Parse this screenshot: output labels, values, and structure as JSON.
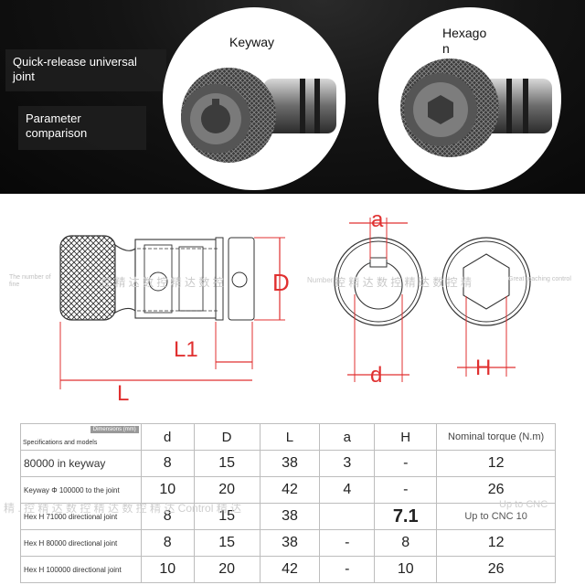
{
  "header": {
    "title_box": "Quick-release universal joint",
    "subtitle_box": "Parameter comparison",
    "lens_left_label": "Keyway",
    "lens_right_label": "Hexago\nn"
  },
  "drawing": {
    "labels": {
      "D": "D",
      "L1": "L1",
      "L": "L",
      "a": "a",
      "d": "d",
      "H": "H"
    },
    "watermarks": {
      "left_small": "The number of fine",
      "center": "控 精 达 数 控 精 达 数 控",
      "number": "Number",
      "right": "控 精 达 数 控 精 达 数 控 精",
      "right_small": "Great teaching control"
    }
  },
  "table": {
    "corner_dimensions": "Dimensions (mm)",
    "corner_spec": "Specifications and models",
    "headers": [
      "d",
      "D",
      "L",
      "a",
      "H"
    ],
    "torque_header": "Nominal torque (N.m)",
    "rows": [
      {
        "label": "80000 in keyway",
        "big": true,
        "values": [
          "8",
          "15",
          "38",
          "3",
          "-",
          "12"
        ]
      },
      {
        "label": "Keyway Φ 100000 to the joint",
        "big": false,
        "values": [
          "10",
          "20",
          "42",
          "4",
          "-",
          "26"
        ]
      },
      {
        "label": "Hex H 71000 directional joint",
        "big": false,
        "values": [
          "8",
          "15",
          "38",
          "",
          "7.1",
          "Up to CNC 10"
        ]
      },
      {
        "label": "Hex H 80000 directional joint",
        "big": false,
        "values": [
          "8",
          "15",
          "38",
          "-",
          "8",
          "12"
        ]
      },
      {
        "label": "Hex H 100000 directional joint",
        "big": false,
        "values": [
          "10",
          "20",
          "42",
          "-",
          "10",
          "26"
        ]
      }
    ],
    "overlay_watermark": "精 . 控 精 达 数 控 精 达 数 控 精 达 Control 精 达",
    "overlay_right": "Up to CNC"
  }
}
